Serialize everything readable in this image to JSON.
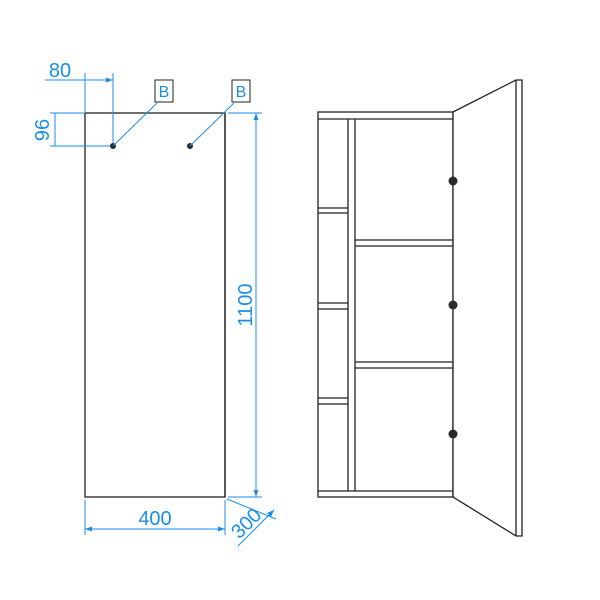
{
  "dimensions": {
    "offset_x": "80",
    "offset_y": "96",
    "height": "1100",
    "width": "400",
    "depth": "300"
  },
  "markers": {
    "left": "B",
    "right": "B"
  },
  "colors": {
    "dimension": "#1a8fe8",
    "outline": "#222222",
    "marker": "#2a2a2a"
  }
}
